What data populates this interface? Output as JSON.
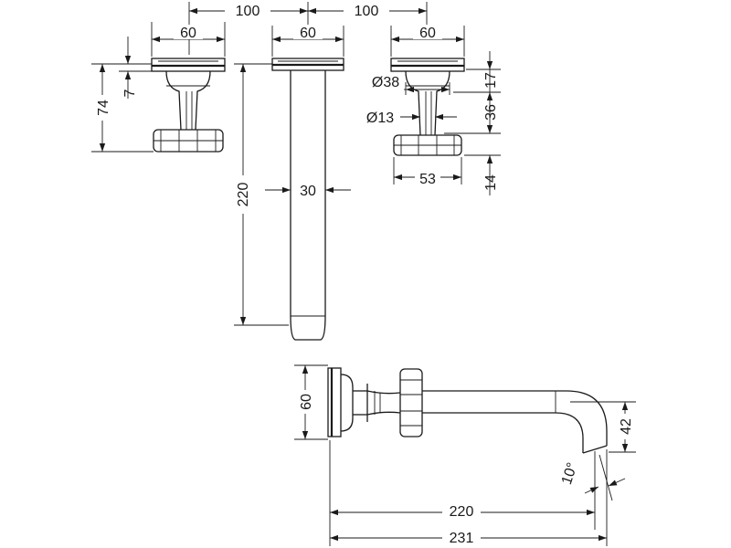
{
  "dimensions": {
    "d100_left": "100",
    "d100_right": "100",
    "d60_left": "60",
    "d60_center": "60",
    "d60_right": "60",
    "d74": "74",
    "d7": "7",
    "d220_vertical": "220",
    "d30": "30",
    "d38": "Ø38",
    "d13": "Ø13",
    "d17": "17",
    "d36": "36",
    "d53": "53",
    "d14": "14",
    "d60_side": "60",
    "d42": "42",
    "d10deg": "10°",
    "d220_horizontal": "220",
    "d231": "231"
  }
}
